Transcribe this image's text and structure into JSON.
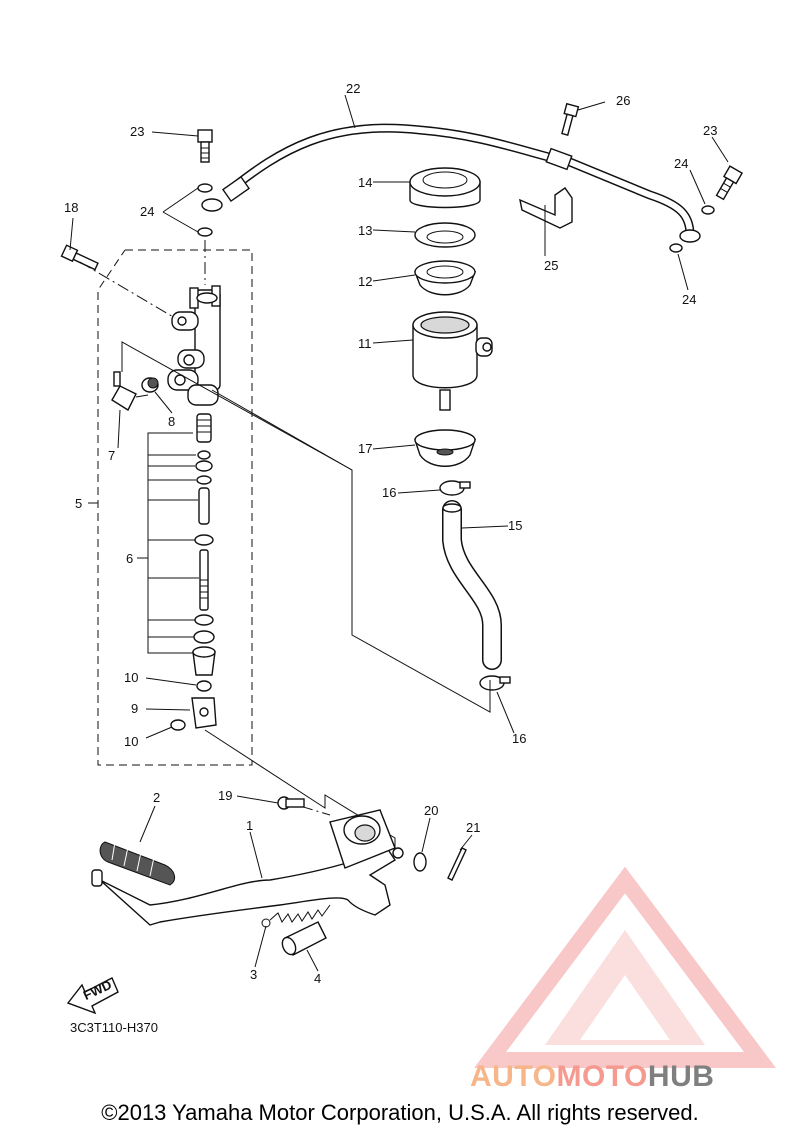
{
  "callouts": [
    "1",
    "2",
    "3",
    "4",
    "5",
    "6",
    "7",
    "8",
    "9",
    "10",
    "10",
    "11",
    "12",
    "13",
    "14",
    "15",
    "16",
    "16",
    "17",
    "18",
    "19",
    "20",
    "21",
    "22",
    "23",
    "23",
    "24",
    "24",
    "24",
    "25",
    "26"
  ],
  "fwd_label": "FWD",
  "diagram_code": "3C3T110-H370",
  "watermark": {
    "part1": "AUTO",
    "part2": "MOTO",
    "part3": "HUB"
  },
  "copyright": "©2013 Yamaha Motor Corporation, U.S.A. All rights reserved.",
  "colors": {
    "watermark_logo": "#f49a9a",
    "watermark_auto": "#f7b58a",
    "watermark_moto": "#f59a8f",
    "watermark_hub": "#7f7f7f"
  }
}
